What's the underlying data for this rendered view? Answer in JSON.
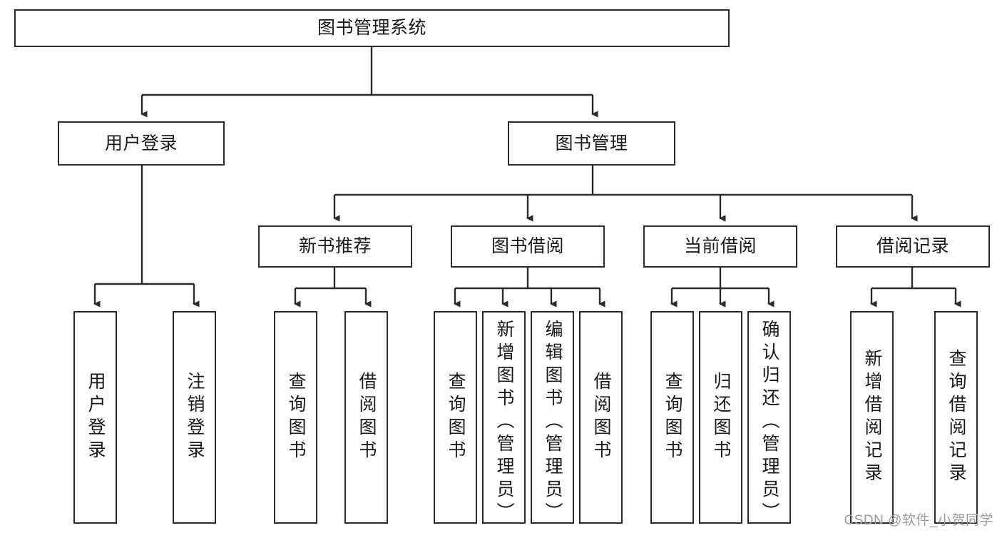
{
  "diagram": {
    "title": "图书管理系统",
    "type": "hierarchy-tree",
    "watermark": "CSDN @软件_小贺同学",
    "colors": {
      "box_border": "#2b2b2b",
      "box_fill": "#ffffff",
      "edge": "#2b2b2b",
      "text": "#1a1a1a",
      "watermark": "#9b9b9b",
      "background": "#ffffff"
    },
    "levels": {
      "level0": "root",
      "level1": "modules",
      "level2": "submodules",
      "level3": "functions"
    }
  },
  "nodes": {
    "root": {
      "label": "图书管理系统"
    },
    "level1": [
      {
        "id": "user-login",
        "label": "用户登录"
      },
      {
        "id": "book-manage",
        "label": "图书管理"
      }
    ],
    "level2": [
      {
        "id": "new-book-recommend",
        "label": "新书推荐",
        "parent": "book-manage"
      },
      {
        "id": "book-borrow",
        "label": "图书借阅",
        "parent": "book-manage"
      },
      {
        "id": "current-borrow",
        "label": "当前借阅",
        "parent": "book-manage"
      },
      {
        "id": "borrow-record",
        "label": "借阅记录",
        "parent": "book-manage"
      }
    ],
    "leaves": [
      {
        "id": "leaf-user-login",
        "label": "用户登录",
        "parent": "user-login"
      },
      {
        "id": "leaf-logout",
        "label": "注销登录",
        "parent": "user-login"
      },
      {
        "id": "leaf-query-book-1",
        "label": "查询图书",
        "parent": "new-book-recommend"
      },
      {
        "id": "leaf-borrow-book-1",
        "label": "借阅图书",
        "parent": "new-book-recommend"
      },
      {
        "id": "leaf-query-book-2",
        "label": "查询图书",
        "parent": "book-borrow"
      },
      {
        "id": "leaf-add-book",
        "label": "新增图书（管理员）",
        "parent": "book-borrow"
      },
      {
        "id": "leaf-edit-book",
        "label": "编辑图书（管理员）",
        "parent": "book-borrow"
      },
      {
        "id": "leaf-borrow-book-2",
        "label": "借阅图书",
        "parent": "book-borrow"
      },
      {
        "id": "leaf-query-book-3",
        "label": "查询图书",
        "parent": "current-borrow"
      },
      {
        "id": "leaf-return-book",
        "label": "归还图书",
        "parent": "current-borrow"
      },
      {
        "id": "leaf-confirm-return",
        "label": "确认归还（管理员）",
        "parent": "current-borrow"
      },
      {
        "id": "leaf-add-record",
        "label": "新增借阅记录",
        "parent": "borrow-record"
      },
      {
        "id": "leaf-query-record",
        "label": "查询借阅记录",
        "parent": "borrow-record"
      }
    ]
  }
}
